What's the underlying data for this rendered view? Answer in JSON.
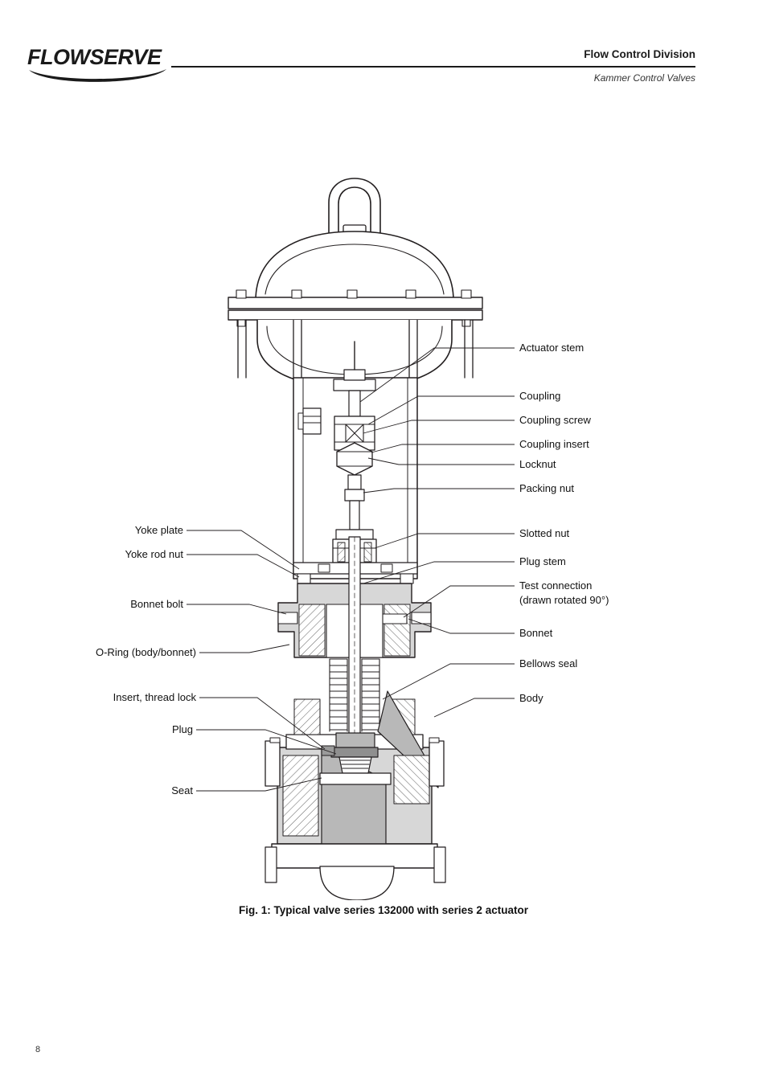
{
  "header": {
    "logo_text": "FLOWSERVE",
    "logo_icon": "flowserve-swoosh-icon",
    "division": "Flow Control Division",
    "product_line": "Kammer Control Valves"
  },
  "figure": {
    "caption": "Fig. 1: Typical valve series 132000 with series 2 actuator",
    "alt": "Cross-section drawing of a globe control valve with pneumatic diaphragm actuator",
    "callouts_right": [
      {
        "id": "actuator-stem",
        "label": "Actuator stem"
      },
      {
        "id": "coupling",
        "label": "Coupling"
      },
      {
        "id": "coupling-screw",
        "label": "Coupling screw"
      },
      {
        "id": "coupling-insert",
        "label": "Coupling insert"
      },
      {
        "id": "locknut",
        "label": "Locknut"
      },
      {
        "id": "packing-nut",
        "label": "Packing nut"
      },
      {
        "id": "slotted-nut",
        "label": "Slotted nut"
      },
      {
        "id": "plug-stem",
        "label": "Plug stem"
      },
      {
        "id": "test-connection",
        "label": "Test connection",
        "label2": "(drawn rotated 90°)"
      },
      {
        "id": "bonnet",
        "label": "Bonnet"
      },
      {
        "id": "bellows-seal",
        "label": "Bellows seal"
      },
      {
        "id": "body",
        "label": "Body"
      }
    ],
    "callouts_left": [
      {
        "id": "yoke-plate",
        "label": "Yoke plate"
      },
      {
        "id": "yoke-rod-nut",
        "label": "Yoke rod nut"
      },
      {
        "id": "bonnet-bolt",
        "label": "Bonnet bolt"
      },
      {
        "id": "o-ring",
        "label": "O-Ring (body/bonnet)"
      },
      {
        "id": "insert-thread-lock",
        "label": "Insert, thread lock"
      },
      {
        "id": "plug",
        "label": "Plug"
      },
      {
        "id": "seat",
        "label": "Seat"
      }
    ]
  },
  "footer": {
    "page_number": "8"
  },
  "colors": {
    "text": "#1a1a1a",
    "rule": "#1a1a1a",
    "drawing_line": "#231f20",
    "hatch_fill": "#b8b8b8",
    "light_fill": "#d7d7d7"
  }
}
